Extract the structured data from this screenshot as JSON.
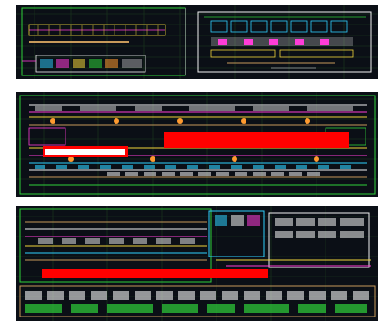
{
  "document": {
    "panels": [
      {
        "id": "panel-1",
        "title": "cad-drawing-overview"
      },
      {
        "id": "panel-2",
        "title": "cad-drawing-detail-with-redactions"
      },
      {
        "id": "panel-3",
        "title": "cad-drawing-detail-with-redaction"
      }
    ],
    "colors": {
      "background": "#0b0f16",
      "redaction": "#ff0000",
      "redaction_fill": "#ffffff",
      "line_green": "#2fd13a",
      "line_yellow": "#f2d63b",
      "line_magenta": "#ff3dd8",
      "line_cyan": "#2fd0ff",
      "line_white": "#f2f2f2",
      "line_orange": "#ff9a2f",
      "line_tan": "#c79a5a"
    }
  }
}
